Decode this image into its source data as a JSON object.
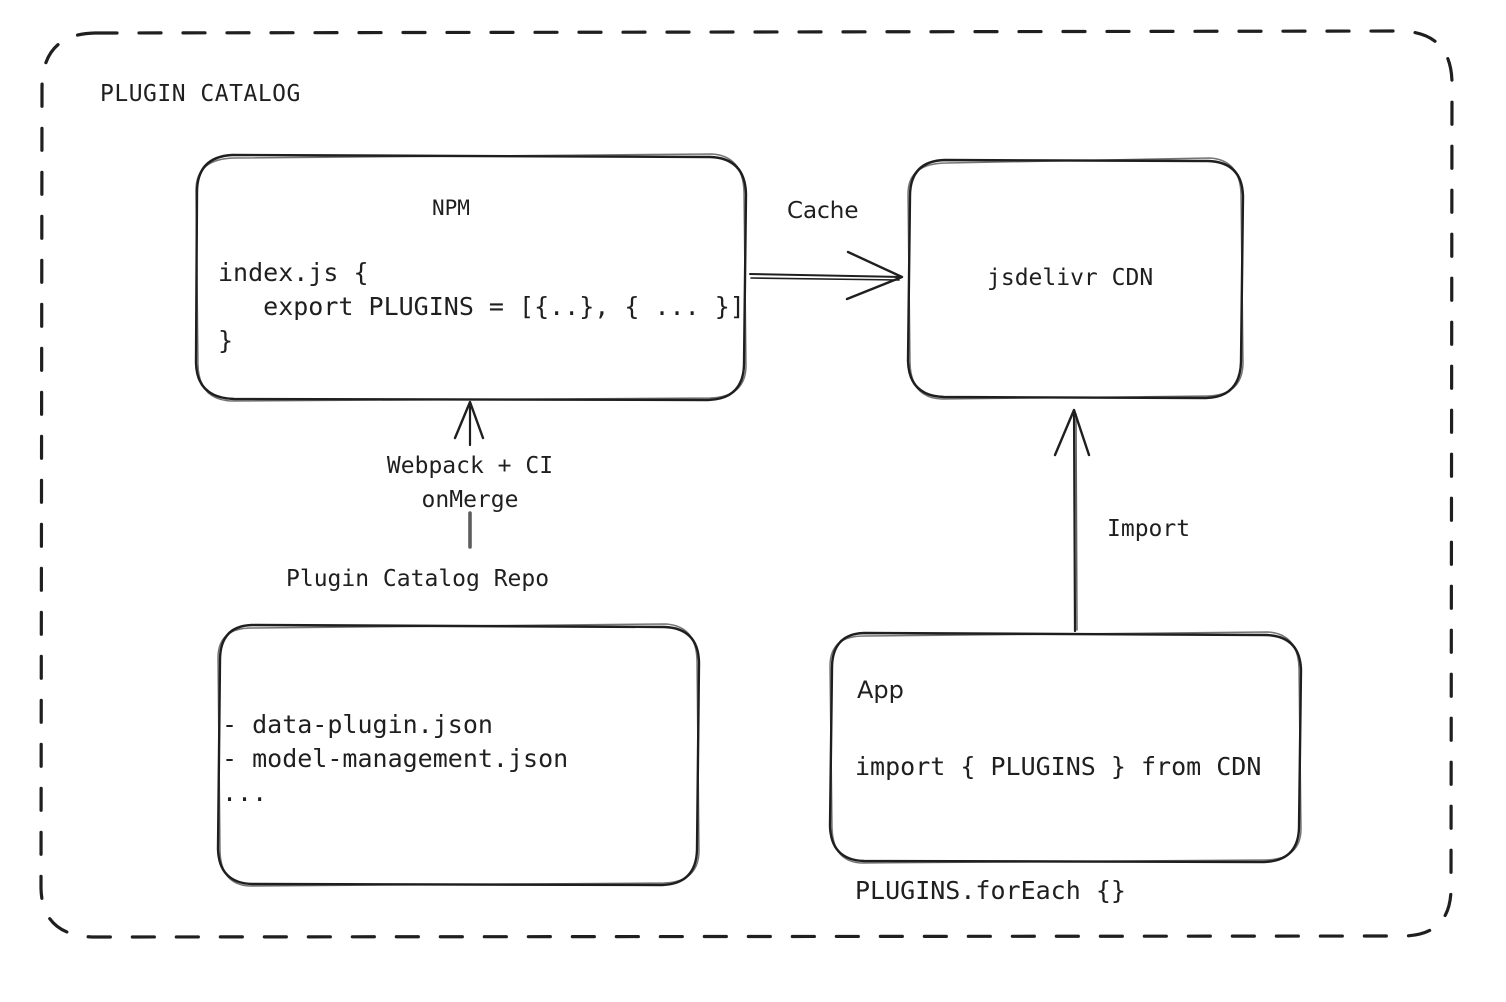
{
  "diagram": {
    "title": "PLUGIN CATALOG",
    "background": "#ffffff",
    "stroke": "#1f1f1f",
    "nodes": {
      "npm": {
        "title": "NPM",
        "code": "index.js {\n   export PLUGINS = [{..}, { ... }]\n}"
      },
      "cdn": {
        "title": "jsdelivr CDN"
      },
      "repo": {
        "caption": "Plugin Catalog Repo",
        "files": "- data-plugin.json\n- model-management.json\n..."
      },
      "app": {
        "title": "App",
        "code": "import { PLUGINS } from CDN\n\nPLUGINS.forEach {}"
      }
    },
    "edges": {
      "cache": {
        "label": "Cache",
        "from": "npm",
        "to": "cdn",
        "direction": "right"
      },
      "build": {
        "label": "Webpack + CI\nonMerge",
        "from": "repo",
        "to": "npm",
        "direction": "up"
      },
      "import": {
        "label": "Import",
        "from": "app",
        "to": "cdn",
        "direction": "up"
      }
    }
  }
}
